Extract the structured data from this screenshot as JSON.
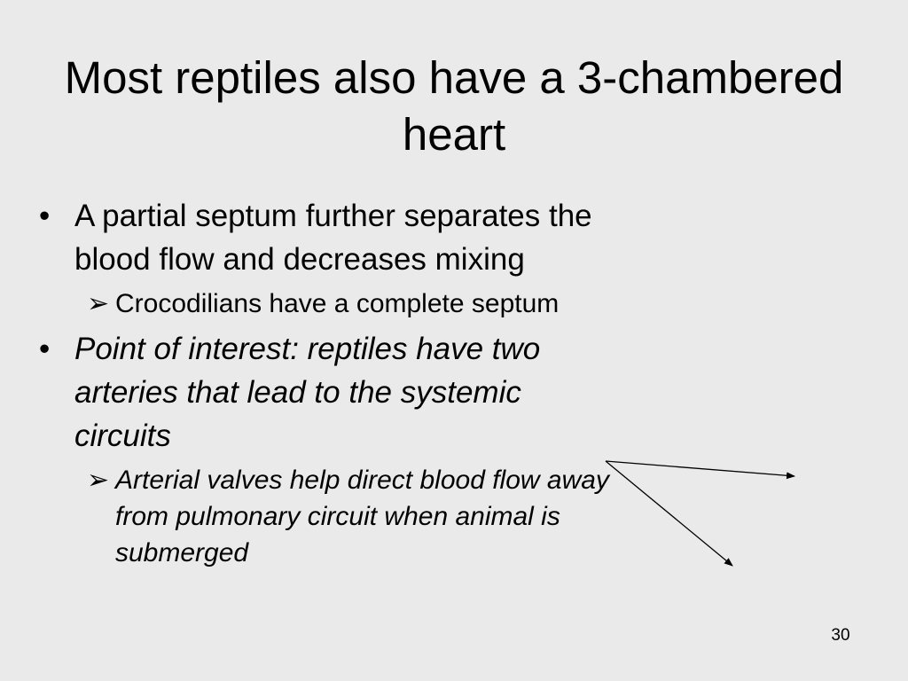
{
  "slide": {
    "title_line1": "Most reptiles also have a 3-chambered",
    "title_line2": "heart",
    "bullet_marker": "•",
    "sub_marker": "➢",
    "bullets": [
      {
        "text": "A partial septum further separates the blood flow and decreases mixing",
        "sub": [
          "Crocodilians have a complete septum"
        ]
      },
      {
        "text": "Point of interest: reptiles have two arteries that lead to the systemic circuits",
        "sub": [
          "Arterial valves help direct blood flow away from pulmonary circuit when animal is submerged"
        ]
      }
    ],
    "page_number": "30",
    "colors": {
      "background": "#eaeaea",
      "text": "#000000"
    }
  }
}
